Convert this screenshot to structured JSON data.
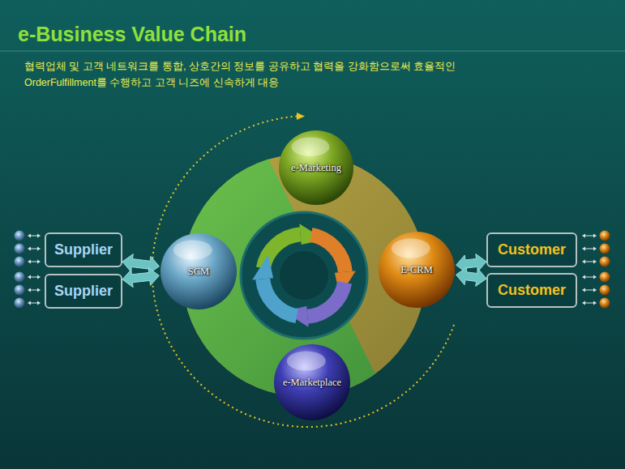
{
  "diagram": {
    "title": "e-Business Value Chain",
    "nodes": [
      {
        "text": [
          "e-Marketing"
        ]
      },
      {
        "text": [
          "Supplier"
        ]
      },
      {
        "text": [
          "Supplier"
        ]
      },
      {
        "text": [
          "SCM"
        ]
      },
      {
        "text": [
          "E-CRM"
        ]
      },
      {
        "text": [
          "Customer"
        ]
      },
      {
        "text": [
          "Customer"
        ]
      },
      {
        "text": [
          "e-Marketplace"
        ]
      }
    ],
    "edges": [
      {
        "from": 1,
        "to": 3,
        "arrow": "both"
      },
      {
        "from": 2,
        "to": 3,
        "arrow": "both"
      },
      {
        "from": 4,
        "to": 5,
        "arrow": "both"
      },
      {
        "from": 4,
        "to": 6,
        "arrow": "both"
      }
    ],
    "labels": [
      "협력업체 및 고객 네트워크를 통합, 상호간의 정보를 공유하고 협력을 강화함으로써 효율적인 OrderFulfillment를 수행하고 고객 니즈에 신속하게 대응"
    ]
  }
}
